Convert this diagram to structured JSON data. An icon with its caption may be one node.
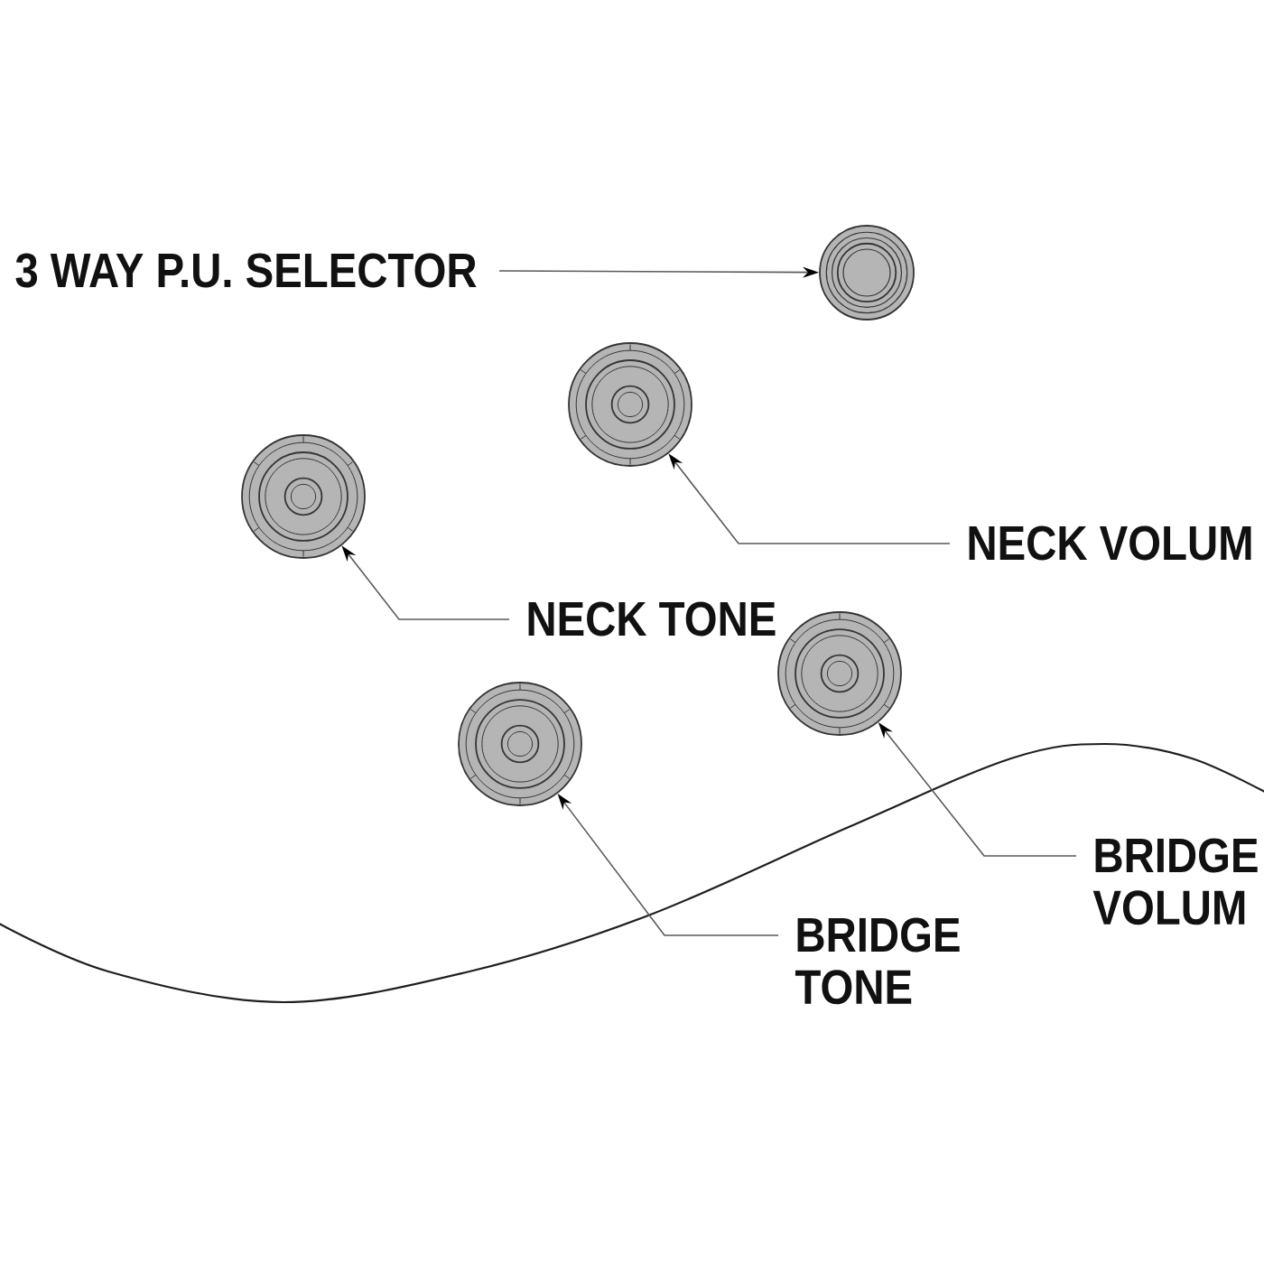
{
  "diagram": {
    "nodes": [
      {
        "text": [
          "3 WAY P.U. SELECTOR"
        ]
      },
      {
        "text": [],
        "shape": "circle"
      },
      {
        "text": [],
        "shape": "circle"
      },
      {
        "text": [],
        "shape": "circle"
      },
      {
        "text": [
          "NECK VOLUM"
        ]
      },
      {
        "text": [
          "NECK TONE"
        ]
      },
      {
        "text": [],
        "shape": "circle"
      },
      {
        "text": [],
        "shape": "circle"
      },
      {
        "text": [
          "BRIDGE VOLUM"
        ]
      },
      {
        "text": [
          "BRIDGE TONE"
        ]
      }
    ],
    "edges": [
      {
        "from": 0,
        "to": 1,
        "arrow": "to"
      },
      {
        "from": 4,
        "to": 2,
        "arrow": "to"
      },
      {
        "from": 5,
        "to": 3,
        "arrow": "to"
      },
      {
        "from": 8,
        "to": 6,
        "arrow": "to"
      },
      {
        "from": 9,
        "to": 7,
        "arrow": "to"
      }
    ]
  }
}
